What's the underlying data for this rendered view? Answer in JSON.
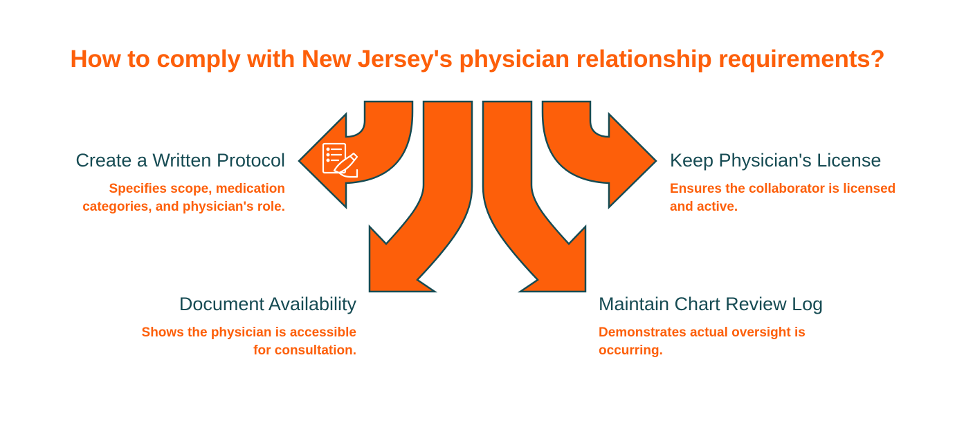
{
  "title": "How to comply with New Jersey's physician relationship requirements?",
  "colors": {
    "accent": "#fd5f0a",
    "outline": "#164b53",
    "text_dark": "#164b53"
  },
  "items": [
    {
      "title": "Create a Written Protocol",
      "description_lines": [
        "Specifies scope, medication",
        "categories, and physician's role."
      ],
      "icon": "document-signing-icon"
    },
    {
      "title": "Document Availability",
      "description_lines": [
        "Shows the physician is accessible",
        "for consultation."
      ]
    },
    {
      "title": "Keep Physician's License",
      "description_lines": [
        "Ensures the collaborator is licensed",
        "and active."
      ]
    },
    {
      "title": "Maintain Chart Review Log",
      "description_lines": [
        "Demonstrates actual oversight is",
        "occurring."
      ]
    }
  ]
}
